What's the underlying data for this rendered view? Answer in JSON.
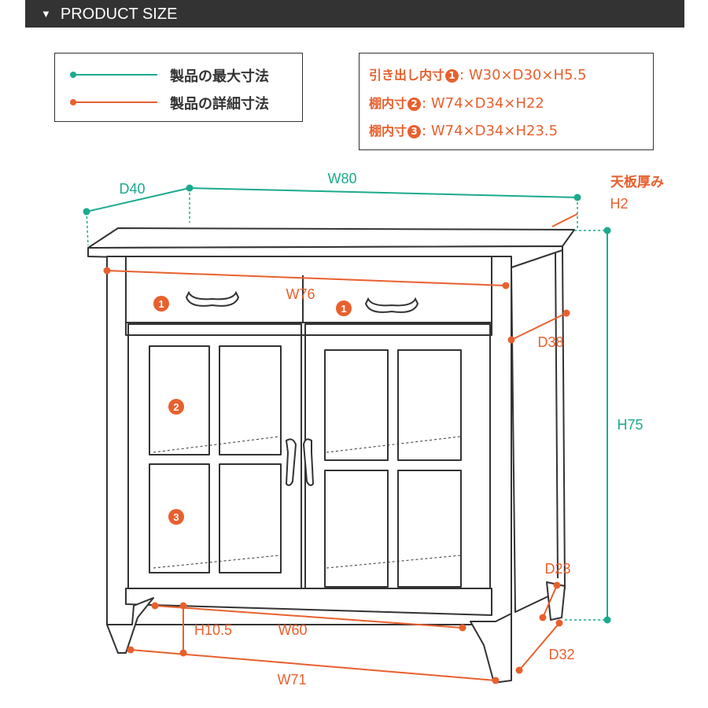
{
  "header": {
    "title": "PRODUCT SIZE"
  },
  "legend": {
    "max_label": "製品の最大寸法",
    "detail_label": "製品の詳細寸法"
  },
  "colors": {
    "max": "#1aaa8e",
    "detail": "#e8602d",
    "furniture": "#333333"
  },
  "inner_dimensions": [
    {
      "label": "引き出し内寸",
      "num": "1",
      "value": "W30×D30×H5.5"
    },
    {
      "label": "棚内寸",
      "num": "2",
      "value": "W74×D34×H22"
    },
    {
      "label": "棚内寸",
      "num": "3",
      "value": "W74×D34×H23.5"
    }
  ],
  "dimensions": {
    "w80": "W80",
    "d40": "D40",
    "h75": "H75",
    "top_thickness_label": "天板厚み",
    "top_thickness_value": "H2",
    "w76": "W76",
    "d38": "D38",
    "d23": "D23",
    "w60": "W60",
    "h10_5": "H10.5",
    "w71": "W71",
    "d32": "D32"
  },
  "markers": {
    "drawer": "1",
    "shelf_upper": "2",
    "shelf_lower": "3"
  }
}
